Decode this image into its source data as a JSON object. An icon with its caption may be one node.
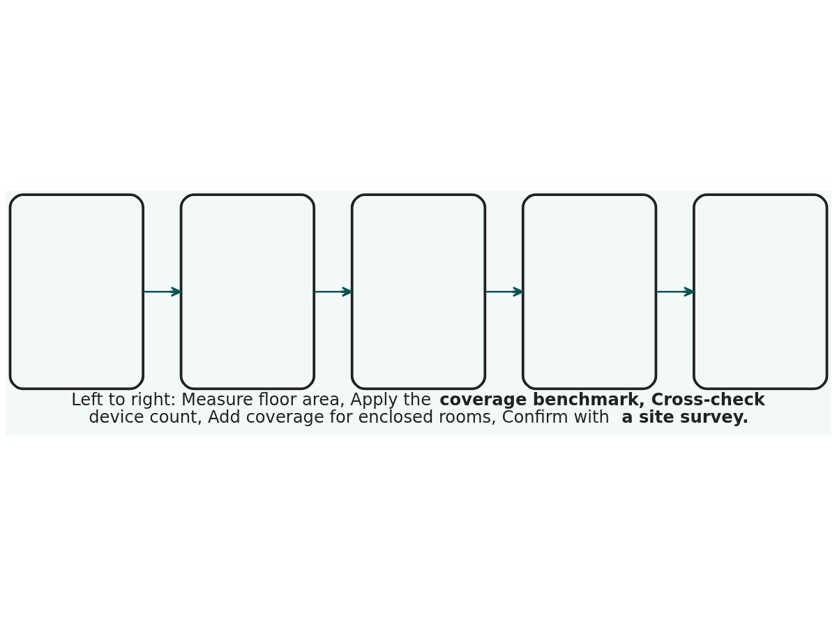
{
  "diagram": {
    "caption": "Left to right: Measure floor area, Apply the **coverage benchmark, Cross-check** device count, Add coverage for enclosed rooms, Confirm with **a site survey.**",
    "nodes": [
      {
        "text": [],
        "shape": "box"
      },
      {
        "text": [],
        "shape": "box"
      },
      {
        "text": [],
        "shape": "box"
      },
      {
        "text": [],
        "shape": "box"
      },
      {
        "text": [],
        "shape": "box"
      }
    ],
    "edges": [
      {
        "from": 0,
        "to": 1,
        "arrow": "to"
      },
      {
        "from": 1,
        "to": 2,
        "arrow": "to"
      },
      {
        "from": 2,
        "to": 3,
        "arrow": "to"
      },
      {
        "from": 3,
        "to": 4,
        "arrow": "to"
      }
    ]
  }
}
